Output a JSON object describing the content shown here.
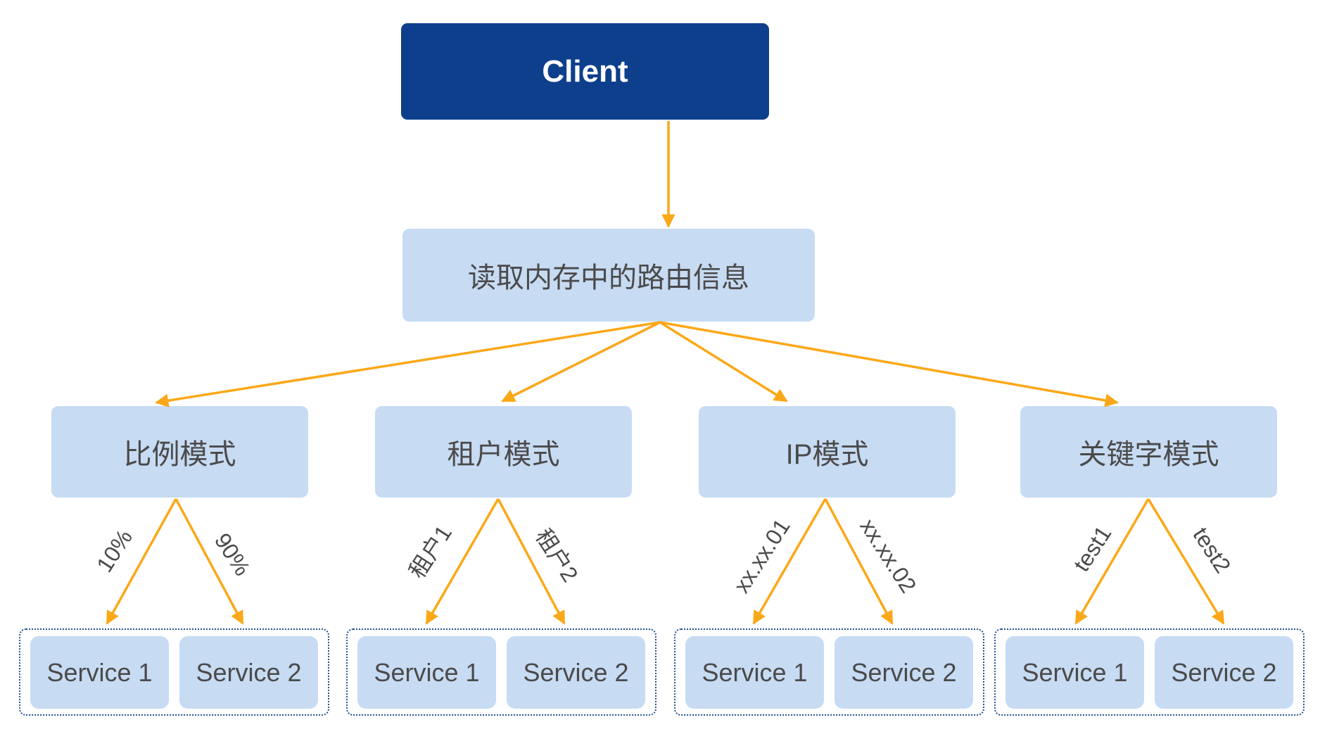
{
  "diagram": {
    "client_label": "Client",
    "router_label": "读取内存中的路由信息",
    "modes": [
      {
        "label": "比例模式",
        "left_edge": "10%",
        "right_edge": "90%",
        "services": [
          "Service 1",
          "Service 2"
        ]
      },
      {
        "label": "租户模式",
        "left_edge": "租户1",
        "right_edge": "租户2",
        "services": [
          "Service 1",
          "Service 2"
        ]
      },
      {
        "label": "IP模式",
        "left_edge": "xx.xx.01",
        "right_edge": "xx.xx.02",
        "services": [
          "Service 1",
          "Service 2"
        ]
      },
      {
        "label": "关键字模式",
        "left_edge": "test1",
        "right_edge": "test2",
        "services": [
          "Service 1",
          "Service 2"
        ]
      }
    ],
    "colors": {
      "client_bg": "#0e3f8c",
      "node_bg": "#c7dbf3",
      "arrow": "#fba818",
      "text": "#4a4a4a",
      "group_border": "#24508f",
      "background": "#ffffff"
    }
  }
}
